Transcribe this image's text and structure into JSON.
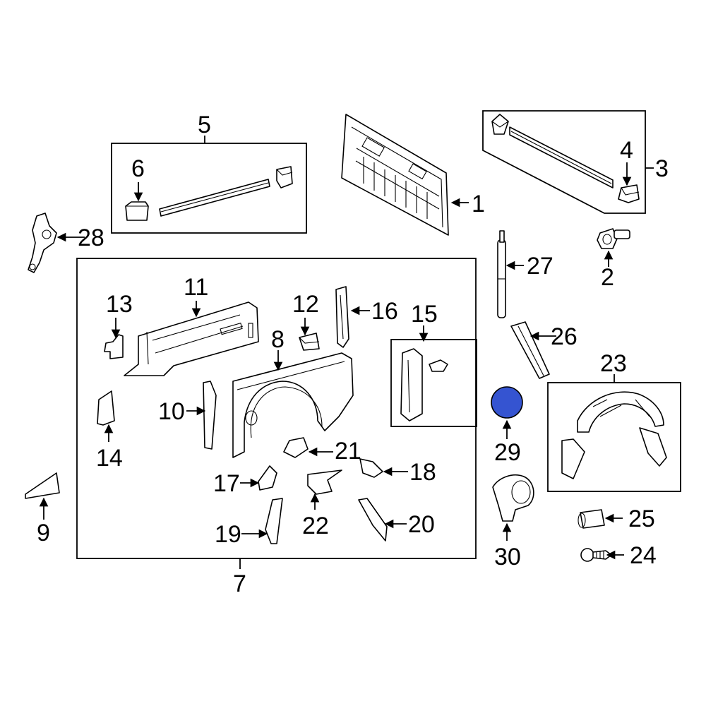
{
  "diagram": {
    "callouts": {
      "c1": "1",
      "c2": "2",
      "c3": "3",
      "c4": "4",
      "c5": "5",
      "c6": "6",
      "c7": "7",
      "c8": "8",
      "c9": "9",
      "c10": "10",
      "c11": "11",
      "c12": "12",
      "c13": "13",
      "c14": "14",
      "c15": "15",
      "c16": "16",
      "c17": "17",
      "c18": "18",
      "c19": "19",
      "c20": "20",
      "c21": "21",
      "c22": "22",
      "c23": "23",
      "c24": "24",
      "c25": "25",
      "c26": "26",
      "c27": "27",
      "c28": "28",
      "c29": "29",
      "c30": "30"
    },
    "highlight_color": "#3554d1",
    "highlighted_part": "29"
  }
}
